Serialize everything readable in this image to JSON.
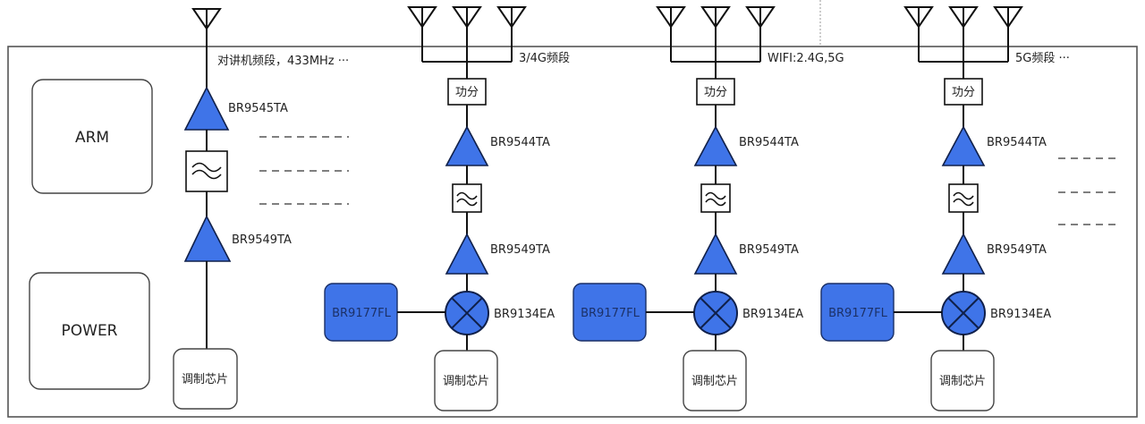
{
  "diagram": {
    "title": "RF front-end block diagram",
    "colors": {
      "component_fill": "#3f74e8",
      "component_border": "#10204a",
      "component_text": "#1c3168",
      "line": "#111111"
    },
    "left_blocks": {
      "arm": "ARM",
      "power": "POWER"
    },
    "chains": [
      {
        "band_label": "对讲机频段，433MHz ···",
        "antenna_count": 1,
        "splitter": null,
        "amp_top": "BR9545TA",
        "amp_bottom": "BR9549TA",
        "mixer": null,
        "lo": null,
        "modem": "调制芯片"
      },
      {
        "band_label": "3/4G频段",
        "antenna_count": 3,
        "splitter": "功分",
        "amp_top": "BR9544TA",
        "amp_bottom": "BR9549TA",
        "mixer": "BR9134EA",
        "lo": "BR9177FL",
        "modem": "调制芯片"
      },
      {
        "band_label": "WIFI:2.4G,5G",
        "antenna_count": 3,
        "splitter": "功分",
        "amp_top": "BR9544TA",
        "amp_bottom": "BR9549TA",
        "mixer": "BR9134EA",
        "lo": "BR9177FL",
        "modem": "调制芯片"
      },
      {
        "band_label": "5G频段 ···",
        "antenna_count": 3,
        "splitter": "功分",
        "amp_top": "BR9544TA",
        "amp_bottom": "BR9549TA",
        "mixer": "BR9134EA",
        "lo": "BR9177FL",
        "modem": "调制芯片"
      }
    ],
    "icons": {
      "antenna": "antenna-icon",
      "amplifier": "amplifier-triangle-icon",
      "filter": "bandpass-filter-icon",
      "mixer": "mixer-circle-x-icon"
    }
  }
}
